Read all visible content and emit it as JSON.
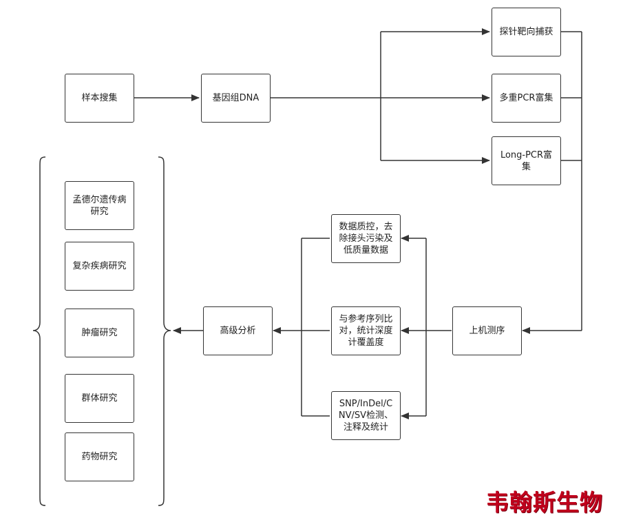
{
  "nodes": {
    "sample_collection": "样本搜集",
    "genomic_dna": "基因组DNA",
    "probe_capture": "探针靶向捕获",
    "multiplex_pcr": "多重PCR富集",
    "long_pcr": "Long-PCR富集",
    "sequencing": "上机测序",
    "data_qc": "数据质控，去除接头污染及低质量数据",
    "alignment": "与参考序列比对，统计深度计覆盖度",
    "variant_calling": "SNP/InDel/CNV/SV检测、注释及统计",
    "advanced_analysis": "高级分析"
  },
  "applications": [
    "孟德尔遗传病研究",
    "复杂疾病研究",
    "肿瘤研究",
    "群体研究",
    "药物研究"
  ],
  "brand": "韦翰斯生物",
  "colors": {
    "line": "#333333",
    "brand": "#c0001c"
  }
}
